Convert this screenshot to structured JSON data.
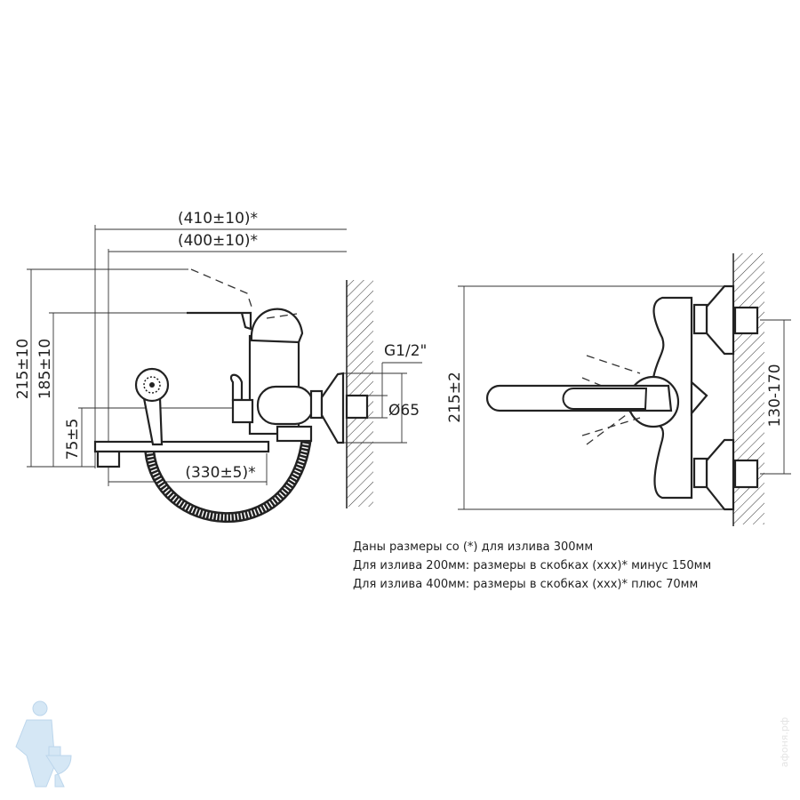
{
  "side_view": {
    "dim_total_length": "(410±10)*",
    "dim_length": "(400±10)*",
    "dim_height_total": "215±10",
    "dim_height_lever": "185±10",
    "dim_spout_height": "75±5",
    "dim_spout_length": "(330±5)*",
    "dim_thread": "G1/2\"",
    "dim_escutcheon_diameter": "Ø65"
  },
  "front_view": {
    "dim_height": "215±2",
    "dim_center_distance": "130-170"
  },
  "notes": [
    "Даны размеры со (*) для излива 300мм",
    "Для излива 200мм: размеры в скобках (xxx)* минус 150мм",
    "Для излива 400мм: размеры в скобках (xxx)* плюс 70мм"
  ],
  "watermark": "афоня.рф",
  "colors": {
    "line": "#222222",
    "logo": "#cfe3f3"
  }
}
